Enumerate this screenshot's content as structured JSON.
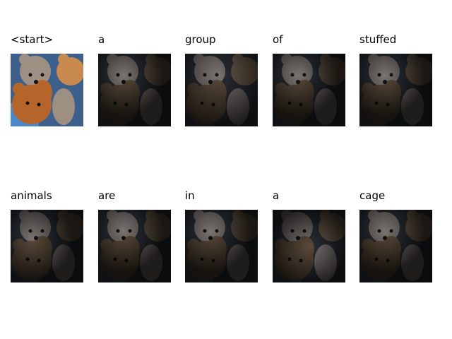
{
  "frames": [
    {
      "word": "<start>",
      "attention": "none"
    },
    {
      "word": "a",
      "attention": "top-left"
    },
    {
      "word": "group",
      "attention": "diffuse-center"
    },
    {
      "word": "of",
      "attention": "top-left"
    },
    {
      "word": "stuffed",
      "attention": "top-left"
    },
    {
      "word": "animals",
      "attention": "left"
    },
    {
      "word": "are",
      "attention": "top-left"
    },
    {
      "word": "in",
      "attention": "top-left"
    },
    {
      "word": "a",
      "attention": "center"
    },
    {
      "word": "cage",
      "attention": "top-left"
    }
  ]
}
